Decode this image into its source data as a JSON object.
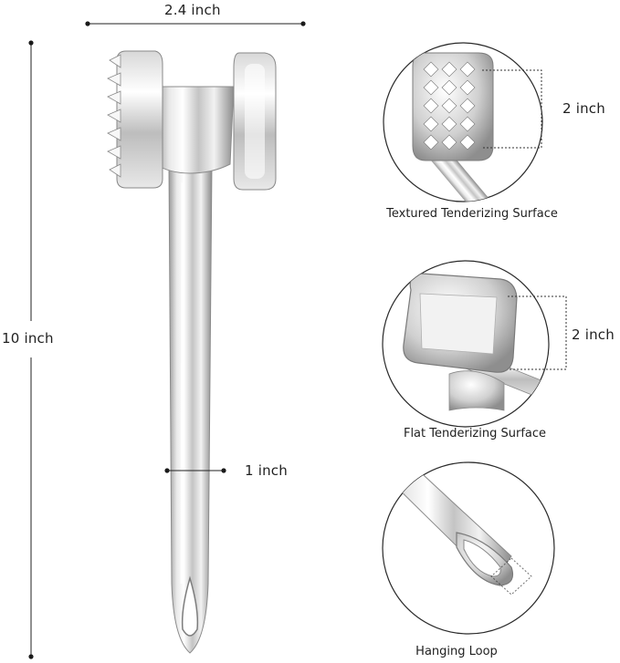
{
  "dimensions": {
    "width_label": "2.4 inch",
    "length_label": "10 inch",
    "handle_label": "1 inch",
    "head_textured_label": "2 inch",
    "head_flat_label": "2 inch"
  },
  "details": [
    {
      "caption": "Textured Tenderizing Surface"
    },
    {
      "caption": "Flat Tenderizing Surface"
    },
    {
      "caption": "Hanging Loop"
    }
  ],
  "colors": {
    "steel_light": "#f4f4f4",
    "steel_mid": "#c9c9c9",
    "steel_dark": "#8a8a8a",
    "line": "#222222"
  }
}
